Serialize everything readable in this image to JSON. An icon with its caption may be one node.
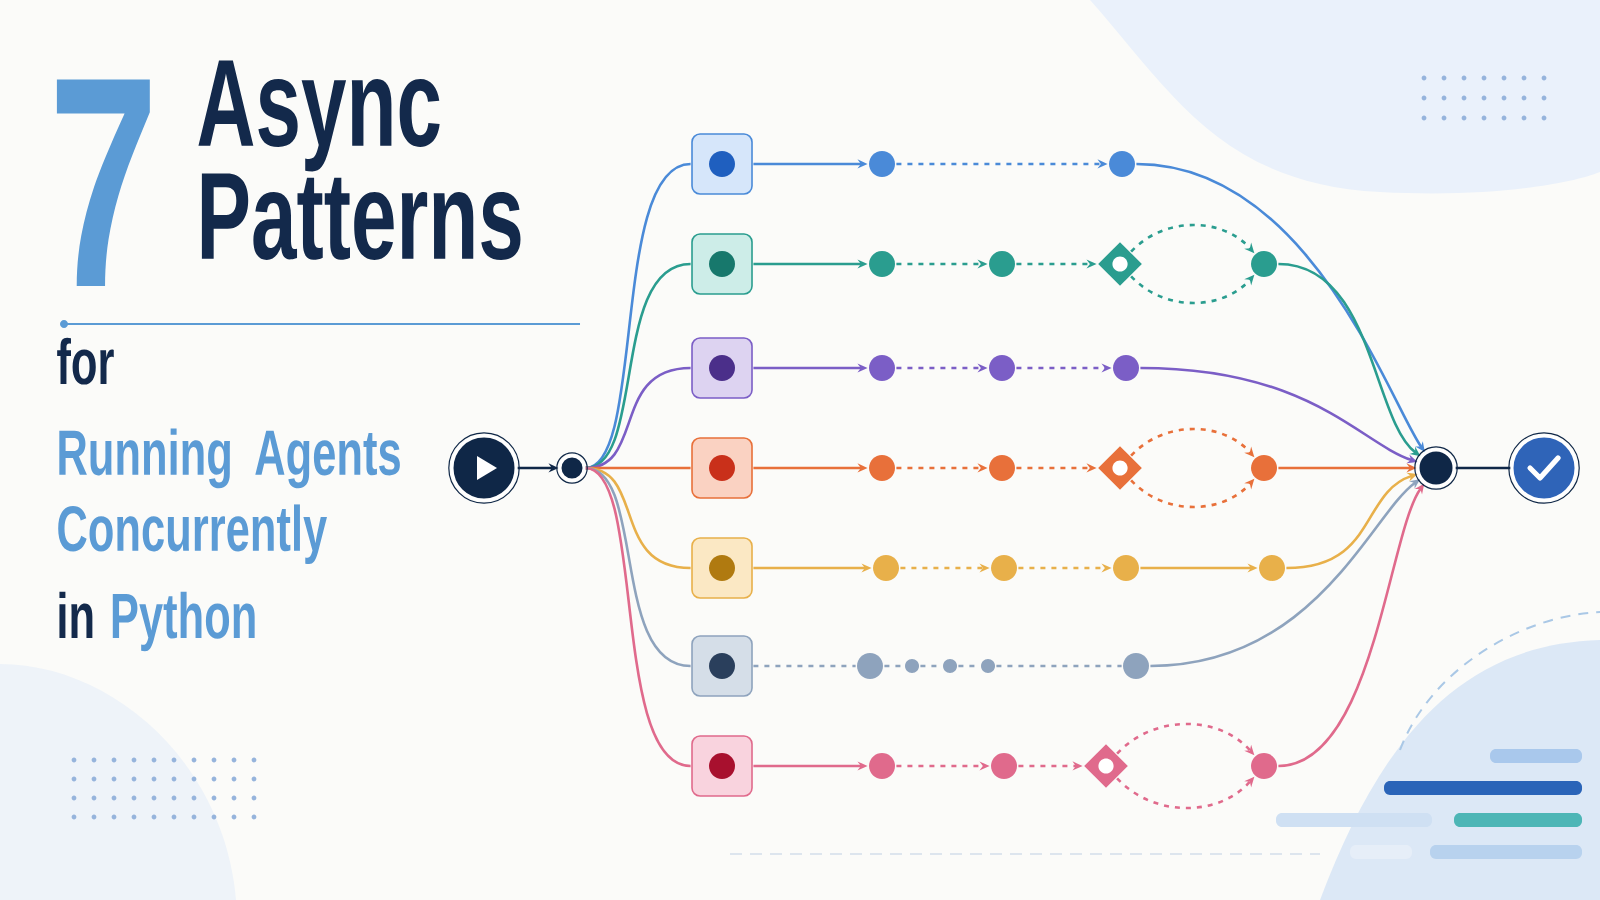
{
  "diagram": {
    "title": "Async Patterns",
    "labels": [
      "7",
      "for",
      "Running Agents Concurrently",
      "in",
      "Python"
    ],
    "nodes": [
      {
        "text": [],
        "shape": "circle"
      },
      {
        "text": [],
        "shape": "circle"
      },
      {
        "text": [],
        "shape": "box"
      },
      {
        "text": [],
        "shape": "circle"
      },
      {
        "text": [],
        "shape": "circle"
      },
      {
        "text": [],
        "shape": "box"
      },
      {
        "text": [],
        "shape": "circle"
      },
      {
        "text": [],
        "shape": "circle"
      },
      {
        "text": [],
        "shape": "diamond"
      },
      {
        "text": [],
        "shape": "circle"
      },
      {
        "text": [],
        "shape": "box"
      },
      {
        "text": [],
        "shape": "circle"
      },
      {
        "text": [],
        "shape": "circle"
      },
      {
        "text": [],
        "shape": "circle"
      },
      {
        "text": [],
        "shape": "box"
      },
      {
        "text": [],
        "shape": "circle"
      },
      {
        "text": [],
        "shape": "circle"
      },
      {
        "text": [],
        "shape": "diamond"
      },
      {
        "text": [],
        "shape": "circle"
      },
      {
        "text": [],
        "shape": "box"
      },
      {
        "text": [],
        "shape": "circle"
      },
      {
        "text": [],
        "shape": "circle"
      },
      {
        "text": [],
        "shape": "circle"
      },
      {
        "text": [],
        "shape": "circle"
      },
      {
        "text": [],
        "shape": "box"
      },
      {
        "text": [],
        "shape": "circle"
      },
      {
        "text": [],
        "shape": "circle"
      },
      {
        "text": [],
        "shape": "circle"
      },
      {
        "text": [],
        "shape": "circle"
      },
      {
        "text": [],
        "shape": "circle"
      },
      {
        "text": [],
        "shape": "box"
      },
      {
        "text": [],
        "shape": "circle"
      },
      {
        "text": [],
        "shape": "circle"
      },
      {
        "text": [],
        "shape": "diamond"
      },
      {
        "text": [],
        "shape": "circle"
      },
      {
        "text": [],
        "shape": "circle"
      },
      {
        "text": [],
        "shape": "circle"
      }
    ],
    "edges": [
      {
        "from": 0,
        "to": 1,
        "arrow": "to",
        "color": "#0f2747"
      },
      {
        "from": 1,
        "to": 2,
        "arrow": "none",
        "color": "#4a8ad8"
      },
      {
        "from": 2,
        "to": 3,
        "arrow": "to",
        "color": "#4a8ad8"
      },
      {
        "from": 3,
        "to": 4,
        "arrow": "to",
        "style": "dashed",
        "color": "#4a8ad8"
      },
      {
        "from": 4,
        "to": 35,
        "arrow": "to",
        "color": "#4a8ad8"
      },
      {
        "from": 1,
        "to": 5,
        "arrow": "none",
        "color": "#2a9d8f"
      },
      {
        "from": 5,
        "to": 6,
        "arrow": "to",
        "color": "#2a9d8f"
      },
      {
        "from": 6,
        "to": 7,
        "arrow": "to",
        "style": "dashed",
        "color": "#2a9d8f"
      },
      {
        "from": 7,
        "to": 8,
        "arrow": "to",
        "style": "dashed",
        "color": "#2a9d8f"
      },
      {
        "from": 8,
        "to": 9,
        "arrow": "to",
        "style": "dashed",
        "color": "#2a9d8f"
      },
      {
        "from": 8,
        "to": 9,
        "arrow": "to",
        "style": "dashed",
        "color": "#2a9d8f"
      },
      {
        "from": 9,
        "to": 35,
        "arrow": "to",
        "color": "#2a9d8f"
      },
      {
        "from": 1,
        "to": 10,
        "arrow": "none",
        "color": "#7b5ec6"
      },
      {
        "from": 10,
        "to": 11,
        "arrow": "to",
        "color": "#7b5ec6"
      },
      {
        "from": 11,
        "to": 12,
        "arrow": "to",
        "style": "dashed",
        "color": "#7b5ec6"
      },
      {
        "from": 12,
        "to": 13,
        "arrow": "to",
        "style": "dashed",
        "color": "#7b5ec6"
      },
      {
        "from": 13,
        "to": 35,
        "arrow": "to",
        "color": "#7b5ec6"
      },
      {
        "from": 1,
        "to": 14,
        "arrow": "none",
        "color": "#e8703a"
      },
      {
        "from": 14,
        "to": 15,
        "arrow": "to",
        "color": "#e8703a"
      },
      {
        "from": 15,
        "to": 16,
        "arrow": "to",
        "style": "dashed",
        "color": "#e8703a"
      },
      {
        "from": 16,
        "to": 17,
        "arrow": "to",
        "style": "dashed",
        "color": "#e8703a"
      },
      {
        "from": 17,
        "to": 18,
        "arrow": "to",
        "style": "dashed",
        "color": "#e8703a"
      },
      {
        "from": 17,
        "to": 18,
        "arrow": "to",
        "style": "dashed",
        "color": "#e8703a"
      },
      {
        "from": 18,
        "to": 35,
        "arrow": "to",
        "color": "#e8703a"
      },
      {
        "from": 1,
        "to": 19,
        "arrow": "none",
        "color": "#e8b04a"
      },
      {
        "from": 19,
        "to": 20,
        "arrow": "to",
        "color": "#e8b04a"
      },
      {
        "from": 20,
        "to": 21,
        "arrow": "to",
        "style": "dashed",
        "color": "#e8b04a"
      },
      {
        "from": 21,
        "to": 22,
        "arrow": "to",
        "style": "dashed",
        "color": "#e8b04a"
      },
      {
        "from": 22,
        "to": 23,
        "arrow": "to",
        "color": "#e8b04a"
      },
      {
        "from": 23,
        "to": 35,
        "arrow": "to",
        "color": "#e8b04a"
      },
      {
        "from": 1,
        "to": 24,
        "arrow": "none",
        "color": "#8ea3bd"
      },
      {
        "from": 24,
        "to": 25,
        "arrow": "none",
        "style": "dashed",
        "color": "#8ea3bd"
      },
      {
        "from": 25,
        "to": 26,
        "arrow": "none",
        "style": "dashed",
        "color": "#8ea3bd"
      },
      {
        "from": 26,
        "to": 27,
        "arrow": "none",
        "style": "dashed",
        "color": "#8ea3bd"
      },
      {
        "from": 27,
        "to": 28,
        "arrow": "none",
        "style": "dashed",
        "color": "#8ea3bd"
      },
      {
        "from": 28,
        "to": 29,
        "arrow": "none",
        "style": "dashed",
        "color": "#8ea3bd"
      },
      {
        "from": 29,
        "to": 35,
        "arrow": "to",
        "color": "#8ea3bd"
      },
      {
        "from": 1,
        "to": 30,
        "arrow": "none",
        "color": "#e06a8c"
      },
      {
        "from": 30,
        "to": 31,
        "arrow": "to",
        "color": "#e06a8c"
      },
      {
        "from": 31,
        "to": 32,
        "arrow": "to",
        "style": "dashed",
        "color": "#e06a8c"
      },
      {
        "from": 32,
        "to": 33,
        "arrow": "to",
        "style": "dashed",
        "color": "#e06a8c"
      },
      {
        "from": 33,
        "to": 34,
        "arrow": "to",
        "style": "dashed",
        "color": "#e06a8c"
      },
      {
        "from": 33,
        "to": 34,
        "arrow": "to",
        "style": "dashed",
        "color": "#e06a8c"
      },
      {
        "from": 34,
        "to": 35,
        "arrow": "to",
        "color": "#e06a8c"
      },
      {
        "from": 35,
        "to": 36,
        "arrow": "none",
        "color": "#0f2747"
      }
    ]
  }
}
